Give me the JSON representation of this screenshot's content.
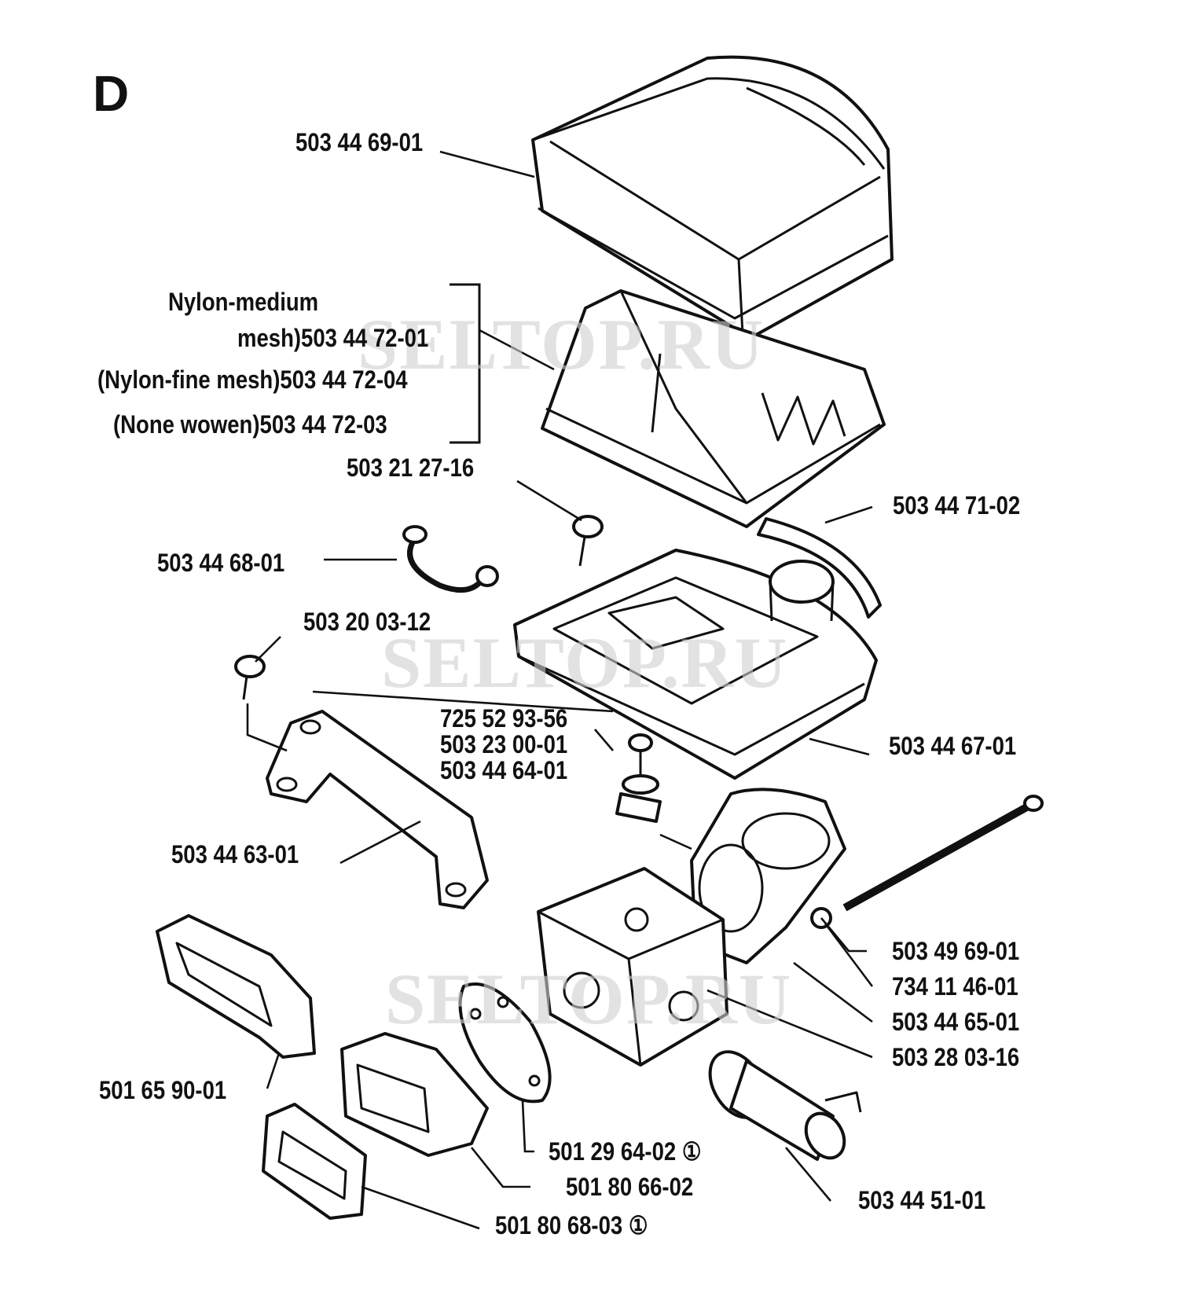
{
  "section_letter": "D",
  "watermark": "SELTOP.RU",
  "labels": {
    "p503446901": "503 44 69-01",
    "nylon_medium_1": "Nylon-medium",
    "nylon_medium_2": "mesh)503 44 72-01",
    "nylon_fine": "(Nylon-fine mesh)503 44 72-04",
    "none_wowen": "(None wowen)503 44 72-03",
    "p503212716": "503 21 27-16",
    "p503447102": "503 44 71-02",
    "p503446801": "503 44 68-01",
    "p503200312": "503 20 03-12",
    "p725529356": "725 52 93-56",
    "p503230001": "503 23 00-01",
    "p503446401": "503 44 64-01",
    "p503446701": "503 44 67-01",
    "p503446301": "503 44 63-01",
    "p503496901": "503 49 69-01",
    "p734114601": "734 11 46-01",
    "p503446501": "503 44 65-01",
    "p503280316": "503 28 03-16",
    "p501659001": "501 65 90-01",
    "p501296402": "501 29 64-02 ①",
    "p501806602": "501 80 66-02",
    "p501806803": "501 80 68-03 ①",
    "p503445101": "503 44 51-01"
  }
}
